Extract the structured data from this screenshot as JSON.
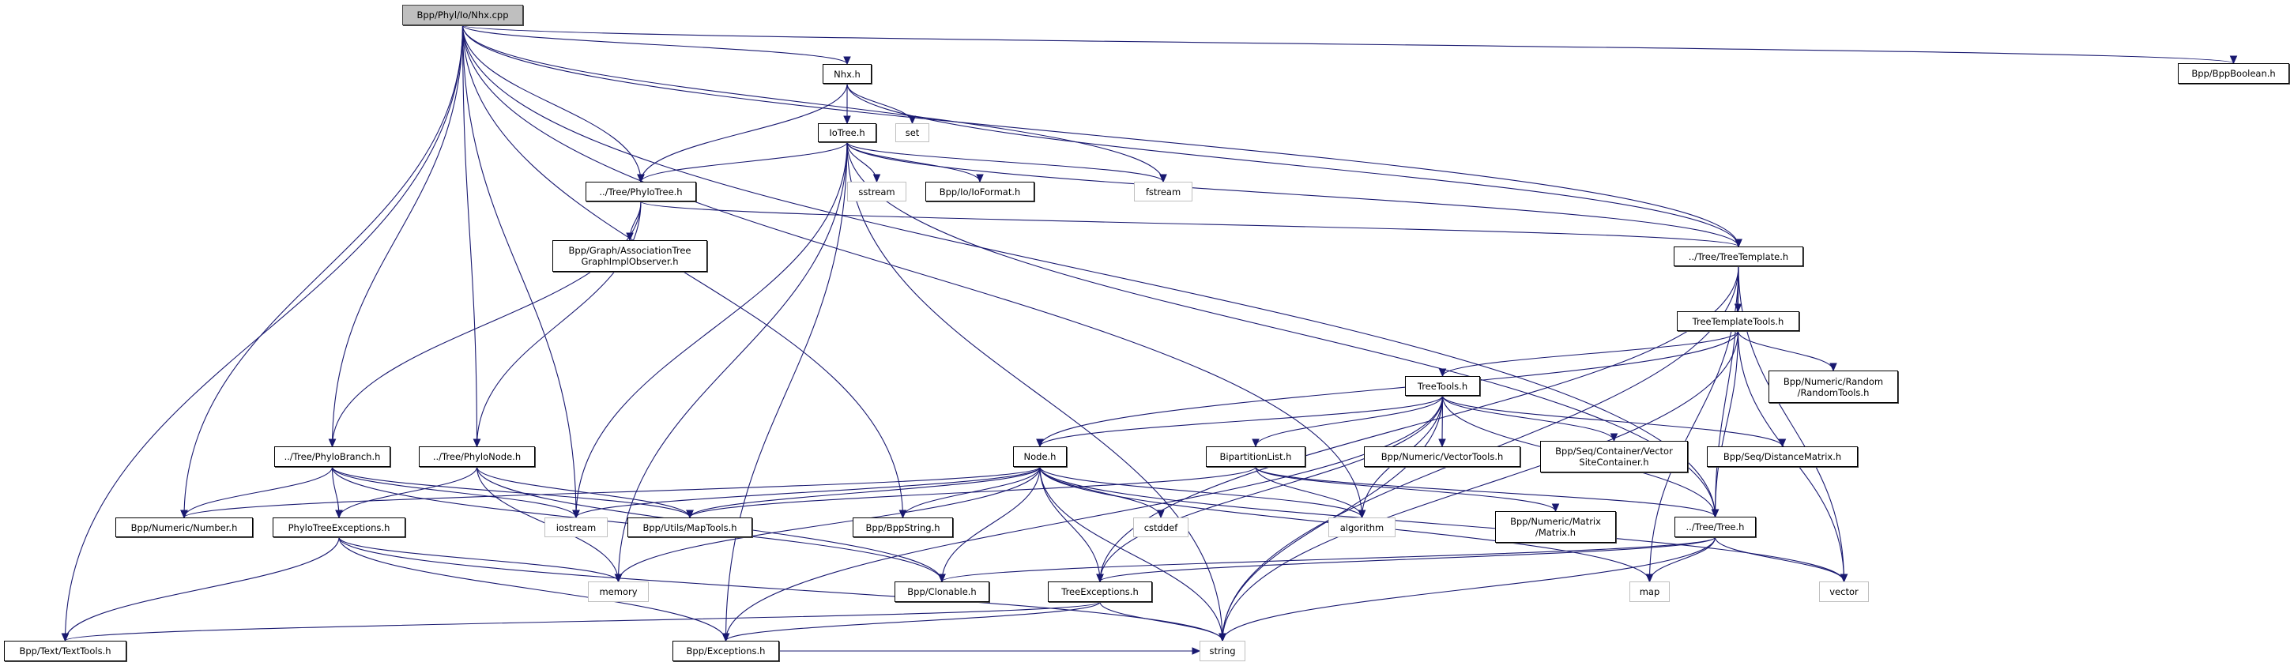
{
  "graph": {
    "title": "Include dependency graph for Bpp/Phyl/Io/Nhx.cpp",
    "edge_color": "#191970",
    "root_fill": "#bfbfbf",
    "nodes": [
      {
        "id": "root",
        "label": "Bpp/Phyl/Io/Nhx.cpp",
        "kind": "root"
      },
      {
        "id": "nhx",
        "label": "Nhx.h",
        "kind": "header"
      },
      {
        "id": "iotree",
        "label": "IoTree.h",
        "kind": "header"
      },
      {
        "id": "set",
        "label": "set",
        "kind": "system"
      },
      {
        "id": "phylotree",
        "label": "../Tree/PhyloTree.h",
        "kind": "header"
      },
      {
        "id": "sstream",
        "label": "sstream",
        "kind": "system"
      },
      {
        "id": "ioformat",
        "label": "Bpp/Io/IoFormat.h",
        "kind": "header"
      },
      {
        "id": "fstream",
        "label": "fstream",
        "kind": "system"
      },
      {
        "id": "assoc",
        "label": "Bpp/Graph/AssociationTree\nGraphImplObserver.h",
        "kind": "header"
      },
      {
        "id": "treetemplate",
        "label": "../Tree/TreeTemplate.h",
        "kind": "header"
      },
      {
        "id": "bppboolean",
        "label": "Bpp/BppBoolean.h",
        "kind": "header"
      },
      {
        "id": "treetemplatetools",
        "label": "TreeTemplateTools.h",
        "kind": "header"
      },
      {
        "id": "randomtools",
        "label": "Bpp/Numeric/Random\n/RandomTools.h",
        "kind": "header"
      },
      {
        "id": "treetools",
        "label": "TreeTools.h",
        "kind": "header"
      },
      {
        "id": "phylobranch",
        "label": "../Tree/PhyloBranch.h",
        "kind": "header"
      },
      {
        "id": "phylonode",
        "label": "../Tree/PhyloNode.h",
        "kind": "header"
      },
      {
        "id": "node",
        "label": "Node.h",
        "kind": "header"
      },
      {
        "id": "bipartition",
        "label": "BipartitionList.h",
        "kind": "header"
      },
      {
        "id": "vectortools",
        "label": "Bpp/Numeric/VectorTools.h",
        "kind": "header"
      },
      {
        "id": "vsc",
        "label": "Bpp/Seq/Container/Vector\nSiteContainer.h",
        "kind": "header"
      },
      {
        "id": "distmatrix",
        "label": "Bpp/Seq/DistanceMatrix.h",
        "kind": "header"
      },
      {
        "id": "number",
        "label": "Bpp/Numeric/Number.h",
        "kind": "header"
      },
      {
        "id": "phyloexc",
        "label": "PhyloTreeExceptions.h",
        "kind": "header"
      },
      {
        "id": "iostream",
        "label": "iostream",
        "kind": "system"
      },
      {
        "id": "maptools",
        "label": "Bpp/Utils/MapTools.h",
        "kind": "header"
      },
      {
        "id": "bppstring",
        "label": "Bpp/BppString.h",
        "kind": "header"
      },
      {
        "id": "cstddef",
        "label": "cstddef",
        "kind": "system"
      },
      {
        "id": "algorithm",
        "label": "algorithm",
        "kind": "system"
      },
      {
        "id": "matrix",
        "label": "Bpp/Numeric/Matrix\n/Matrix.h",
        "kind": "header"
      },
      {
        "id": "tree",
        "label": "../Tree/Tree.h",
        "kind": "header"
      },
      {
        "id": "memory",
        "label": "memory",
        "kind": "system"
      },
      {
        "id": "clonable",
        "label": "Bpp/Clonable.h",
        "kind": "header"
      },
      {
        "id": "treeexc",
        "label": "TreeExceptions.h",
        "kind": "header"
      },
      {
        "id": "map",
        "label": "map",
        "kind": "system"
      },
      {
        "id": "vector",
        "label": "vector",
        "kind": "system"
      },
      {
        "id": "texttools",
        "label": "Bpp/Text/TextTools.h",
        "kind": "header"
      },
      {
        "id": "exceptions",
        "label": "Bpp/Exceptions.h",
        "kind": "header"
      },
      {
        "id": "string",
        "label": "string",
        "kind": "system"
      }
    ],
    "edges": [
      [
        "root",
        "nhx"
      ],
      [
        "root",
        "phylotree"
      ],
      [
        "root",
        "fstream"
      ],
      [
        "root",
        "treetemplate"
      ],
      [
        "root",
        "bppboolean"
      ],
      [
        "root",
        "tree"
      ],
      [
        "root",
        "texttools"
      ],
      [
        "root",
        "number"
      ],
      [
        "root",
        "phylobranch"
      ],
      [
        "root",
        "phylonode"
      ],
      [
        "root",
        "iostream"
      ],
      [
        "root",
        "bppstring"
      ],
      [
        "root",
        "algorithm"
      ],
      [
        "nhx",
        "iotree"
      ],
      [
        "nhx",
        "set"
      ],
      [
        "nhx",
        "phylotree"
      ],
      [
        "nhx",
        "treetemplate"
      ],
      [
        "iotree",
        "phylotree"
      ],
      [
        "iotree",
        "sstream"
      ],
      [
        "iotree",
        "ioformat"
      ],
      [
        "iotree",
        "fstream"
      ],
      [
        "iotree",
        "treetemplate"
      ],
      [
        "iotree",
        "exceptions"
      ],
      [
        "iotree",
        "iostream"
      ],
      [
        "iotree",
        "memory"
      ],
      [
        "iotree",
        "string"
      ],
      [
        "iotree",
        "tree"
      ],
      [
        "phylotree",
        "assoc"
      ],
      [
        "phylotree",
        "treetemplate"
      ],
      [
        "phylotree",
        "phylobranch"
      ],
      [
        "phylotree",
        "phylonode"
      ],
      [
        "treetemplate",
        "treetemplatetools"
      ],
      [
        "treetemplate",
        "treeexc"
      ],
      [
        "treetemplate",
        "tree"
      ],
      [
        "treetemplate",
        "map"
      ],
      [
        "treetemplate",
        "vector"
      ],
      [
        "treetemplate",
        "string"
      ],
      [
        "treetemplatetools",
        "treetools"
      ],
      [
        "treetemplatetools",
        "randomtools"
      ],
      [
        "treetemplatetools",
        "node"
      ],
      [
        "treetemplatetools",
        "tree"
      ],
      [
        "treetemplatetools",
        "vector"
      ],
      [
        "treetemplatetools",
        "string"
      ],
      [
        "treetools",
        "node"
      ],
      [
        "treetools",
        "bipartition"
      ],
      [
        "treetools",
        "vectortools"
      ],
      [
        "treetools",
        "vsc"
      ],
      [
        "treetools",
        "distmatrix"
      ],
      [
        "treetools",
        "tree"
      ],
      [
        "treetools",
        "treeexc"
      ],
      [
        "treetools",
        "exceptions"
      ],
      [
        "treetools",
        "string"
      ],
      [
        "treetools",
        "algorithm"
      ],
      [
        "phylobranch",
        "number"
      ],
      [
        "phylobranch",
        "phyloexc"
      ],
      [
        "phylobranch",
        "iostream"
      ],
      [
        "phylobranch",
        "maptools"
      ],
      [
        "phylobranch",
        "clonable"
      ],
      [
        "phylonode",
        "phyloexc"
      ],
      [
        "phylonode",
        "maptools"
      ],
      [
        "phylonode",
        "memory"
      ],
      [
        "phylonode",
        "clonable"
      ],
      [
        "node",
        "number"
      ],
      [
        "node",
        "maptools"
      ],
      [
        "node",
        "bppstring"
      ],
      [
        "node",
        "cstddef"
      ],
      [
        "node",
        "algorithm"
      ],
      [
        "node",
        "iostream"
      ],
      [
        "node",
        "clonable"
      ],
      [
        "node",
        "treeexc"
      ],
      [
        "node",
        "memory"
      ],
      [
        "node",
        "string"
      ],
      [
        "node",
        "map"
      ],
      [
        "node",
        "vector"
      ],
      [
        "bipartition",
        "tree"
      ],
      [
        "bipartition",
        "matrix"
      ],
      [
        "bipartition",
        "algorithm"
      ],
      [
        "bipartition",
        "maptools"
      ],
      [
        "phyloexc",
        "memory"
      ],
      [
        "phyloexc",
        "texttools"
      ],
      [
        "phyloexc",
        "exceptions"
      ],
      [
        "phyloexc",
        "string"
      ],
      [
        "tree",
        "map"
      ],
      [
        "tree",
        "vector"
      ],
      [
        "tree",
        "string"
      ],
      [
        "tree",
        "clonable"
      ],
      [
        "tree",
        "treeexc"
      ],
      [
        "treeexc",
        "exceptions"
      ],
      [
        "treeexc",
        "string"
      ],
      [
        "treeexc",
        "texttools"
      ],
      [
        "exceptions",
        "string"
      ]
    ]
  }
}
